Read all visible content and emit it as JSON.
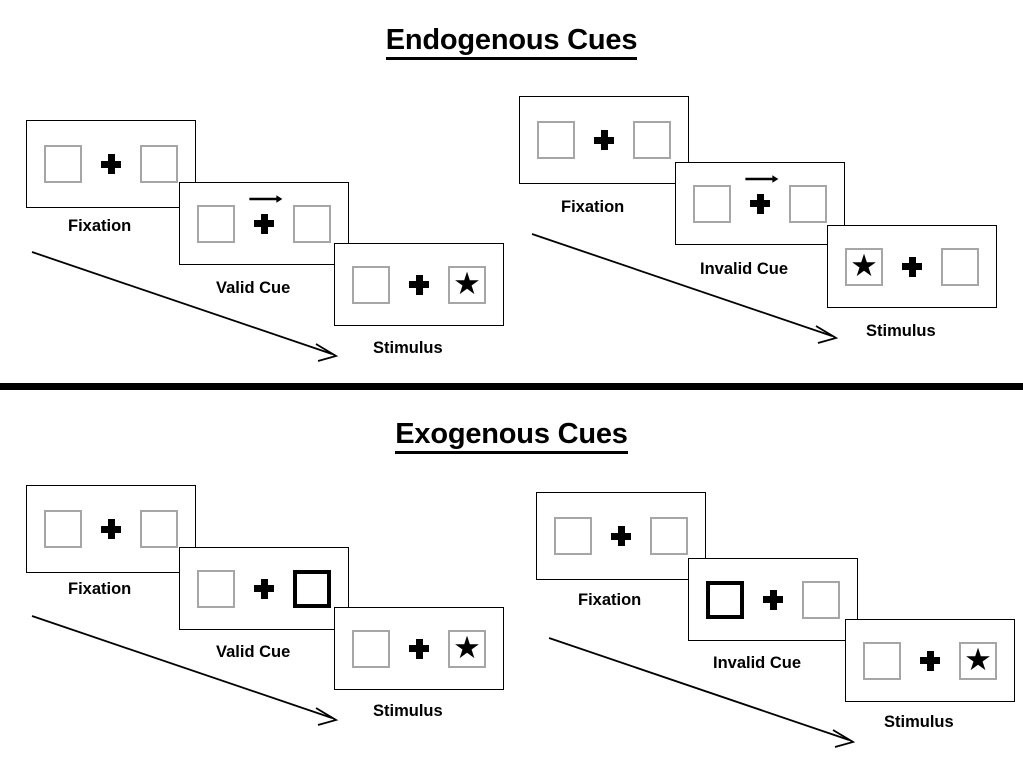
{
  "figure": {
    "sections": [
      {
        "id": "endogenous",
        "title": "Endogenous Cues",
        "cue_type": "central-arrow",
        "conditions": [
          {
            "id": "endogenous-valid",
            "cue_label": "Valid Cue",
            "frames": [
              {
                "label": "Fixation",
                "left_box": "empty",
                "right_box": "empty",
                "cue": "none",
                "target": "none"
              },
              {
                "label": "Valid Cue",
                "left_box": "empty",
                "right_box": "empty",
                "cue": "arrow-right",
                "target": "none"
              },
              {
                "label": "Stimulus",
                "left_box": "empty",
                "right_box": "star",
                "cue": "none",
                "target": "right"
              }
            ]
          },
          {
            "id": "endogenous-invalid",
            "cue_label": "Invalid Cue",
            "frames": [
              {
                "label": "Fixation",
                "left_box": "empty",
                "right_box": "empty",
                "cue": "none",
                "target": "none"
              },
              {
                "label": "Invalid Cue",
                "left_box": "empty",
                "right_box": "empty",
                "cue": "arrow-right",
                "target": "none"
              },
              {
                "label": "Stimulus",
                "left_box": "star",
                "right_box": "empty",
                "cue": "none",
                "target": "left"
              }
            ]
          }
        ]
      },
      {
        "id": "exogenous",
        "title": "Exogenous Cues",
        "cue_type": "peripheral-box-flash",
        "conditions": [
          {
            "id": "exogenous-valid",
            "cue_label": "Valid Cue",
            "frames": [
              {
                "label": "Fixation",
                "left_box": "empty",
                "right_box": "empty",
                "cue": "none",
                "target": "none"
              },
              {
                "label": "Valid Cue",
                "left_box": "empty",
                "right_box": "cued",
                "cue": "right-box-highlight",
                "target": "none"
              },
              {
                "label": "Stimulus",
                "left_box": "empty",
                "right_box": "star",
                "cue": "none",
                "target": "right"
              }
            ]
          },
          {
            "id": "exogenous-invalid",
            "cue_label": "Invalid Cue",
            "frames": [
              {
                "label": "Fixation",
                "left_box": "empty",
                "right_box": "empty",
                "cue": "none",
                "target": "none"
              },
              {
                "label": "Invalid Cue",
                "left_box": "cued",
                "right_box": "empty",
                "cue": "left-box-highlight",
                "target": "none"
              },
              {
                "label": "Stimulus",
                "left_box": "empty",
                "right_box": "star",
                "cue": "none",
                "target": "right"
              }
            ]
          }
        ]
      }
    ],
    "glyphs": {
      "star": "★",
      "fixation_cross": "plus-sign",
      "cue_arrow": "arrow-right",
      "time_arrow": "diagonal-arrow-down-right"
    },
    "colors": {
      "ink": "#000000",
      "background": "#ffffff",
      "box_border": "#a6a6a6",
      "panel_border": "#000000",
      "cued_box_border": "#000000"
    }
  }
}
